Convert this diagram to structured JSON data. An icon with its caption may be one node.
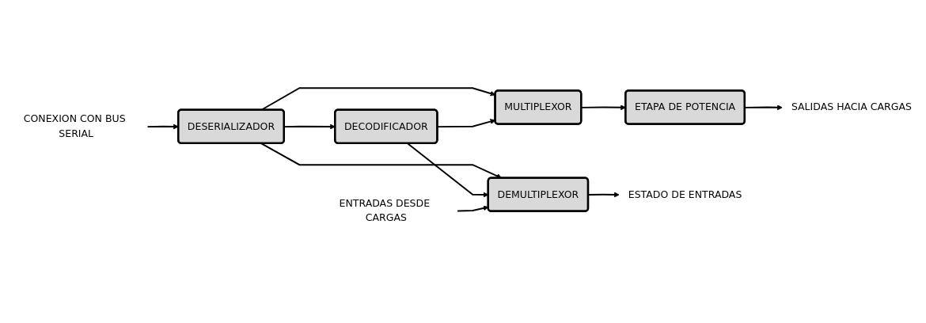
{
  "diagram": {
    "nodes": [
      {
        "text": [
          "CONEXION CON BUS SERIAL"
        ]
      },
      {
        "text": [
          "DESERIALIZADOR"
        ]
      },
      {
        "text": [
          "MULTIPLEXOR"
        ]
      },
      {
        "text": [
          "ETAPA DE POTENCIA"
        ]
      },
      {
        "text": [
          "SALIDAS HACIA CARGAS"
        ]
      },
      {
        "text": [
          "ESTADO DE ENTRADAS"
        ]
      },
      {
        "text": [
          "DEMULTIPLEXOR"
        ]
      },
      {
        "text": [
          "ENTRADAS DESDE CARGAS"
        ]
      },
      {
        "text": [
          "DECODIFICADOR"
        ]
      }
    ],
    "edges": [
      {
        "from": 0,
        "to": 1,
        "arrow": "to"
      },
      {
        "from": 1,
        "to": 2,
        "arrow": "to"
      },
      {
        "from": 1,
        "to": 6,
        "arrow": "to"
      },
      {
        "from": 1,
        "to": 8,
        "arrow": "to"
      },
      {
        "from": 2,
        "to": 3,
        "arrow": "to"
      },
      {
        "from": 3,
        "to": 4,
        "arrow": "to"
      },
      {
        "from": 8,
        "to": 2,
        "arrow": "to"
      },
      {
        "from": 8,
        "to": 6,
        "arrow": "to"
      },
      {
        "from": 7,
        "to": 6,
        "arrow": "to"
      },
      {
        "from": 6,
        "to": 5,
        "arrow": "to"
      }
    ]
  }
}
